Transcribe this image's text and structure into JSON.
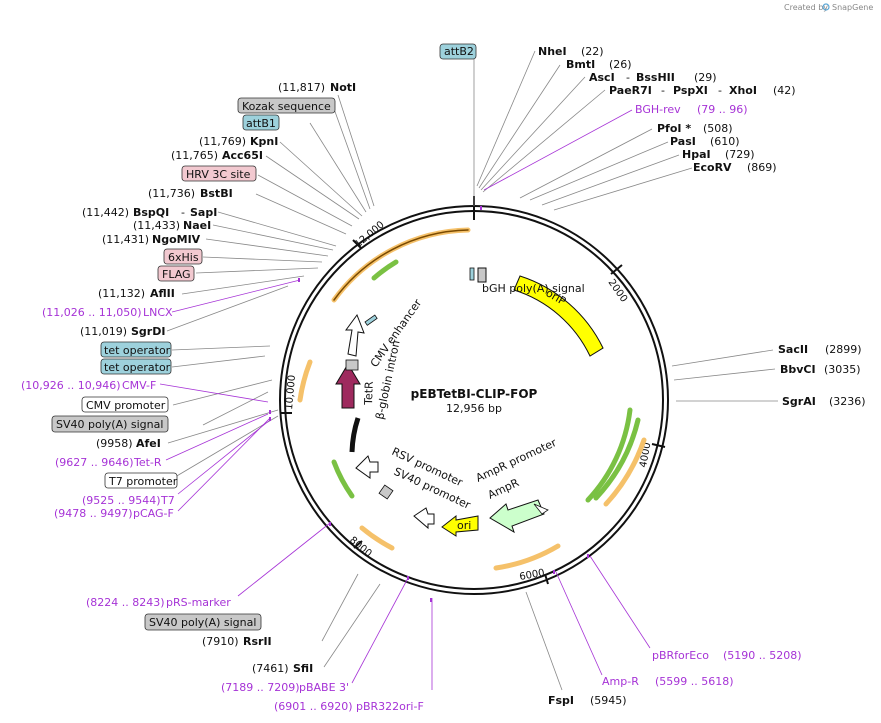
{
  "brand": {
    "created_by": "Created by",
    "app": "SnapGene"
  },
  "plasmid": {
    "name": "pEBTetBI-CLIP-FOP",
    "length": "12,956 bp"
  },
  "ticks": [
    "2000",
    "4000",
    "6000",
    "8000",
    "10,000",
    "12,000"
  ],
  "sites": {
    "attB2": "attB2",
    "nhei": {
      "name": "NheI",
      "pos": "(22)"
    },
    "bmti": {
      "name": "BmtI",
      "pos": "(26)"
    },
    "asci": {
      "name": "AscI",
      "sep": "-",
      "name2": "BssHII",
      "pos": "(29)"
    },
    "paer7i": {
      "name": "PaeR7I",
      "sep": "-",
      "name2": "PspXI",
      "sep2": "-",
      "name3": "XhoI",
      "pos": "(42)"
    },
    "bghrev": {
      "name": "BGH-rev",
      "pos": "(79 .. 96)"
    },
    "pfoi": {
      "name": "PfoI *",
      "pos": "(508)"
    },
    "pasi": {
      "name": "PasI",
      "pos": "(610)"
    },
    "hpai": {
      "name": "HpaI",
      "pos": "(729)"
    },
    "ecorv": {
      "name": "EcoRV",
      "pos": "(869)"
    },
    "sacii": {
      "name": "SacII",
      "pos": "(2899)"
    },
    "bbvci": {
      "name": "BbvCI",
      "pos": "(3035)"
    },
    "sgrai": {
      "name": "SgrAI",
      "pos": "(3236)"
    },
    "pbrforeco": {
      "name": "pBRforEco",
      "pos": "(5190 .. 5208)"
    },
    "ampr": {
      "name": "Amp-R",
      "pos": "(5599 .. 5618)"
    },
    "fspi": {
      "name": "FspI",
      "pos": "(5945)"
    },
    "pbr322": {
      "name": "pBR322ori-F",
      "pos": "(6901 .. 6920)"
    },
    "pbabe": {
      "name": "pBABE 3'",
      "pos": "(7189 .. 7209)"
    },
    "sfii": {
      "name": "SfiI",
      "pos": "(7461)"
    },
    "rsrii": {
      "name": "RsrII",
      "pos": "(7910)"
    },
    "sv40pa2": "SV40 poly(A) signal",
    "prs": {
      "name": "pRS-marker",
      "pos": "(8224 .. 8243)"
    },
    "pcag": {
      "name": "pCAG-F",
      "pos": "(9478 .. 9497)"
    },
    "t7": {
      "name": "T7",
      "pos": "(9525 .. 9544)"
    },
    "t7prom": "T7 promoter",
    "tetr": {
      "name": "Tet-R",
      "pos": "(9627 .. 9646)"
    },
    "afei": {
      "name": "AfeI",
      "pos": "(9958)"
    },
    "sv40pa1": "SV40 poly(A) signal",
    "cmvprom": "CMV promoter",
    "cmvf": {
      "name": "CMV-F",
      "pos": "(10,926 .. 10,946)"
    },
    "tetop1": "tet operator",
    "tetop2": "tet operator",
    "sgrdi": {
      "name": "SgrDI",
      "pos": "(11,019)"
    },
    "lncx": {
      "name": "LNCX",
      "pos": "(11,026 .. 11,050)"
    },
    "aflii": {
      "name": "AflII",
      "pos": "(11,132)"
    },
    "flag": "FLAG",
    "his": "6xHis",
    "ngomiv": {
      "name": "NgoMIV",
      "pos": "(11,431)"
    },
    "naei": {
      "name": "NaeI",
      "pos": "(11,433)"
    },
    "bspqi": {
      "name": "BspQI",
      "sep": "-",
      "name2": "SapI",
      "pos": "(11,442)"
    },
    "bstbi": {
      "name": "BstBI",
      "pos": "(11,736)"
    },
    "hrv": "HRV 3C site",
    "acc65i": {
      "name": "Acc65I",
      "pos": "(11,765)"
    },
    "kpni": {
      "name": "KpnI",
      "pos": "(11,769)"
    },
    "attB1": "attB1",
    "kozak": "Kozak sequence",
    "noti": {
      "name": "NotI",
      "pos": "(11,817)"
    }
  },
  "features": {
    "bgh": "bGH poly(A) signal",
    "orip": "oriP",
    "cmvenh": "CMV enhancer",
    "betaglobin": "β-globin intron",
    "tetr": "TetR",
    "rsv": "RSV promoter",
    "sv40prom": "SV40 promoter",
    "ampprom": "AmpR promoter",
    "ampr": "AmpR",
    "ori": "ori"
  },
  "colors": {
    "purple": "#a633d6",
    "orip": "#ffff00",
    "tetr": "#9e2a5e",
    "ampr": "#ccffcc",
    "primer_orange": "#f5a623",
    "primer_green": "#66bb33",
    "teal": "#9dd1dc",
    "pink": "#f2c9d0",
    "grey": "#c8c8c8"
  }
}
